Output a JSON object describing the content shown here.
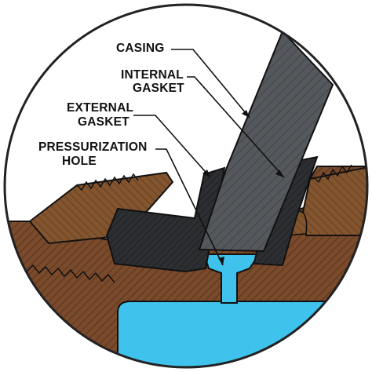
{
  "labels": {
    "casing": "CASING",
    "internal_gasket_line1": "INTERNAL",
    "internal_gasket_line2": "GASKET",
    "external_gasket_line1": "EXTERNAL",
    "external_gasket_line2": "GASKET",
    "pressurization_hole_line1": "PRESSURIZATION",
    "pressurization_hole_line2": "HOLE"
  },
  "colors": {
    "background": "#ffffff",
    "circle_outline": "#222222",
    "base_brown": "#7a4a2c",
    "base_brown_dark": "#5a3419",
    "casing_gray": "#55585c",
    "gasket_dark": "#2c2e31",
    "fluid_blue": "#3fc3ec",
    "outline": "#111111"
  }
}
